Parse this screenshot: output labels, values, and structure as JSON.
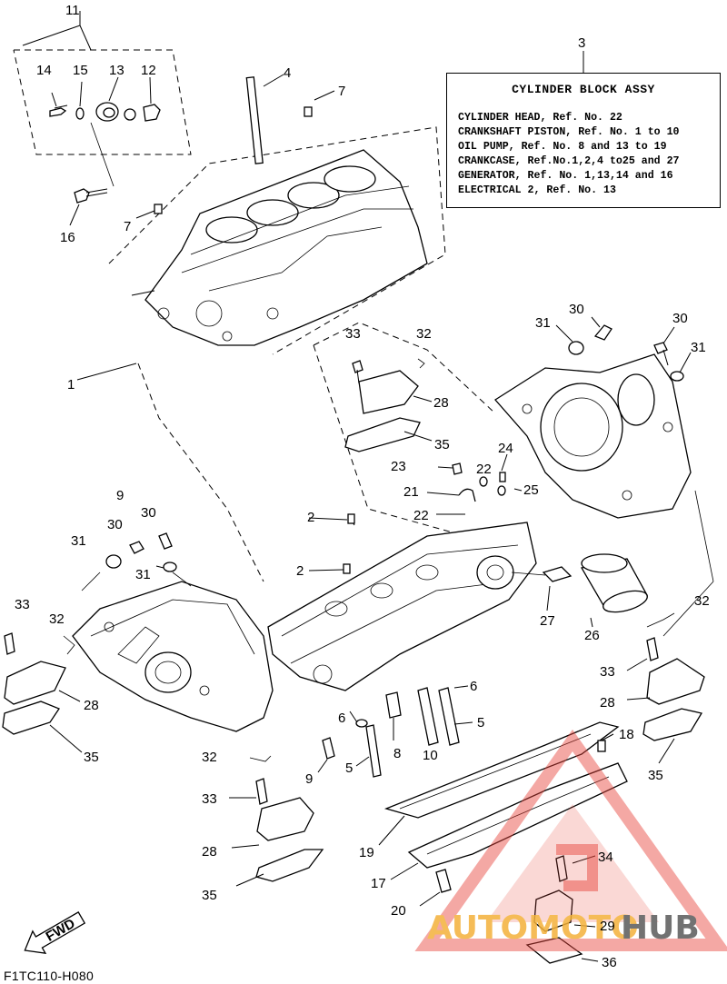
{
  "info_box": {
    "title": "CYLINDER BLOCK ASSY",
    "lines": [
      "CYLINDER HEAD, Ref. No. 22",
      "CRANKSHAFT PISTON, Ref. No. 1 to 10",
      "OIL PUMP, Ref. No. 8 and 13 to 19",
      "CRANKCASE, Ref.No.1,2,4 to25 and 27",
      "GENERATOR, Ref. No. 1,13,14 and 16",
      "ELECTRICAL 2, Ref. No. 13"
    ]
  },
  "callouts": {
    "c1": "1",
    "c2a": "2",
    "c2b": "2",
    "c3": "3",
    "c4": "4",
    "c5a": "5",
    "c5b": "5",
    "c6a": "6",
    "c6b": "6",
    "c7a": "7",
    "c7b": "7",
    "c8": "8",
    "c9a": "9",
    "c9b": "9",
    "c10": "10",
    "c11": "11",
    "c12": "12",
    "c13": "13",
    "c14": "14",
    "c15": "15",
    "c16": "16",
    "c17": "17",
    "c18": "18",
    "c19": "19",
    "c20": "20",
    "c21": "21",
    "c22a": "22",
    "c22b": "22",
    "c23": "23",
    "c24": "24",
    "c25": "25",
    "c26": "26",
    "c27": "27",
    "c28a": "28",
    "c28b": "28",
    "c28c": "28",
    "c28d": "28",
    "c29": "29",
    "c30a": "30",
    "c30b": "30",
    "c30c": "30",
    "c31a": "31",
    "c31b": "31",
    "c31c": "31",
    "c31d": "31",
    "c32a": "32",
    "c32b": "32",
    "c32c": "32",
    "c32d": "32",
    "c33a": "33",
    "c33b": "33",
    "c33c": "33",
    "c33d": "33",
    "c34": "34",
    "c35a": "35",
    "c35b": "35",
    "c35c": "35",
    "c35d": "35",
    "c36": "36"
  },
  "fwd_label": "FWD",
  "figure_code": "F1TC110-H080",
  "watermark": {
    "text_left": "AUTOMOTO",
    "text_right": "HUB",
    "triangle_color": "#e8463c",
    "auto_color": "#f4b13a",
    "hub_color": "#5a5a5a"
  }
}
